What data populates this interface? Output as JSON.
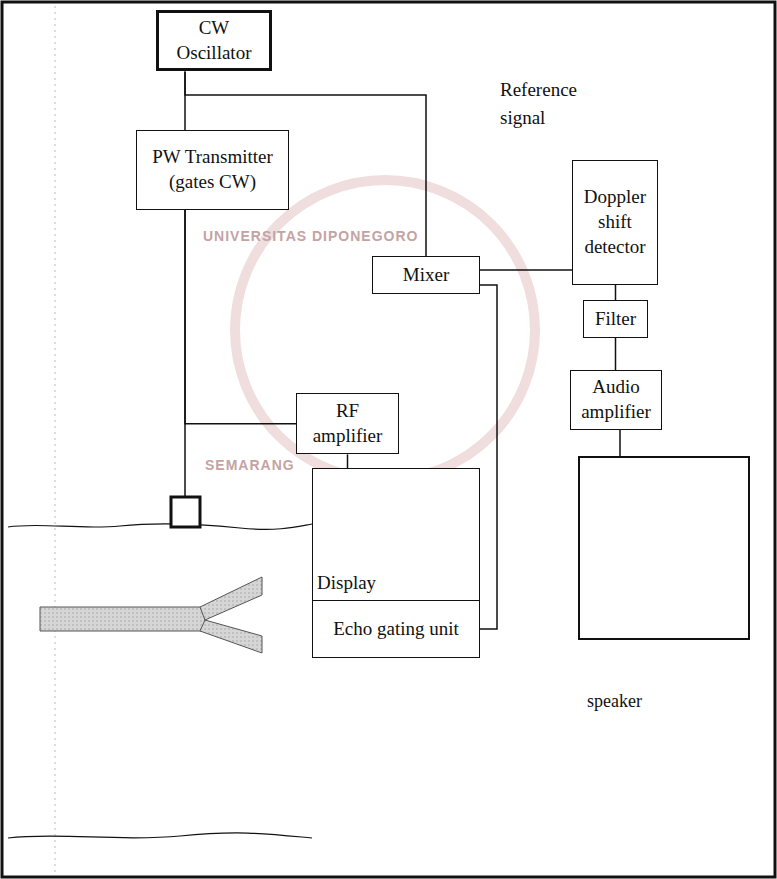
{
  "diagram": {
    "nodes": [
      {
        "text": [
          "CW Oscillator"
        ]
      },
      {
        "text": [
          "PW Transmitter (gates CW)"
        ]
      },
      {
        "text": [
          "Mixer"
        ]
      },
      {
        "text": [
          "Doppler shift detector"
        ]
      },
      {
        "text": [
          "Filter"
        ]
      },
      {
        "text": [
          "Audio amplifier"
        ]
      },
      {
        "text": [
          "speaker"
        ]
      },
      {
        "text": [
          "RF amplifier"
        ]
      },
      {
        "text": [
          "Display"
        ]
      },
      {
        "text": [
          "Echo gating unit"
        ]
      }
    ],
    "edges": [
      {
        "from": 0,
        "to": 1,
        "arrow": "none"
      },
      {
        "from": 0,
        "to": 2,
        "arrow": "none"
      },
      {
        "from": 1,
        "to": 7,
        "arrow": "none"
      },
      {
        "from": 7,
        "to": 8,
        "arrow": "none"
      },
      {
        "from": 9,
        "to": 2,
        "arrow": "none"
      },
      {
        "from": 2,
        "to": 3,
        "arrow": "none"
      },
      {
        "from": 3,
        "to": 4,
        "arrow": "none"
      },
      {
        "from": 4,
        "to": 5,
        "arrow": "none"
      },
      {
        "from": 5,
        "to": 6,
        "arrow": "none"
      }
    ],
    "labels": [
      "Reference signal",
      "UNIVERSITAS DIPONEGORO",
      "SEMARANG"
    ]
  }
}
